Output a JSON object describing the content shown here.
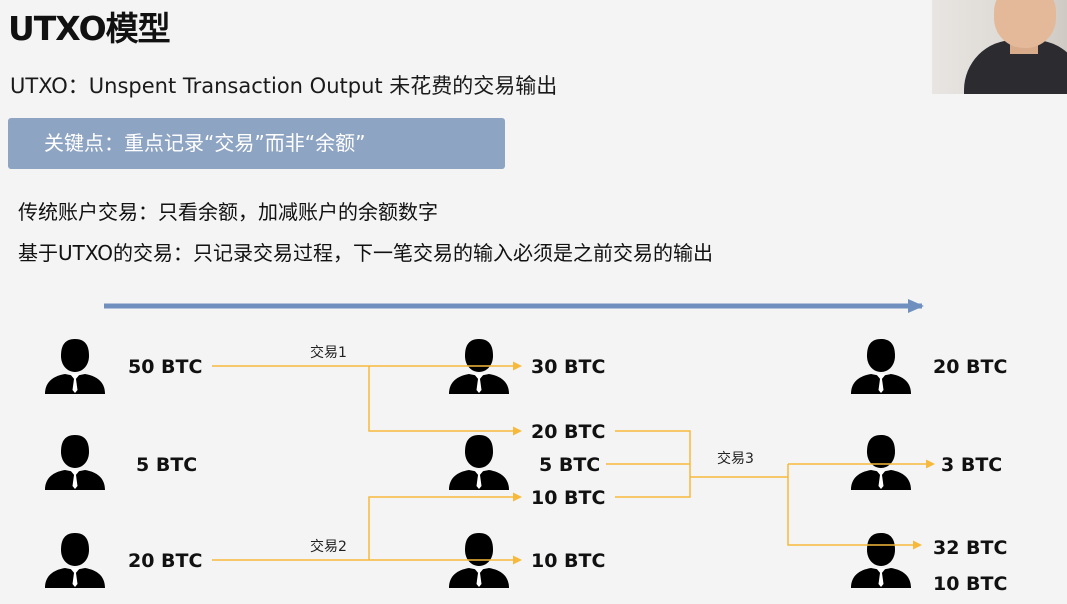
{
  "title": "UTXO模型",
  "subtitle": "UTXO：Unspent Transaction Output 未花费的交易输出",
  "keypoint": "关键点：重点记录“交易”而非“余额”",
  "line1": "传统账户交易：只看余额，加减账户的余额数字",
  "line2": "基于UTXO的交易：只记录交易过程，下一笔交易的输入必须是之前交易的输出",
  "colors": {
    "arrow": "#6f8fbf",
    "flow": "#f6b93b",
    "keypoint_bg": "#8ea4c3"
  },
  "diagram": {
    "transactions": [
      "交易1",
      "交易2",
      "交易3"
    ],
    "col1": [
      "50 BTC",
      "5 BTC",
      "20 BTC"
    ],
    "col2": [
      "30 BTC",
      "20 BTC",
      "5 BTC",
      "10 BTC",
      "10 BTC"
    ],
    "col3": [
      "20 BTC",
      "3 BTC",
      "32 BTC",
      "10 BTC"
    ]
  }
}
